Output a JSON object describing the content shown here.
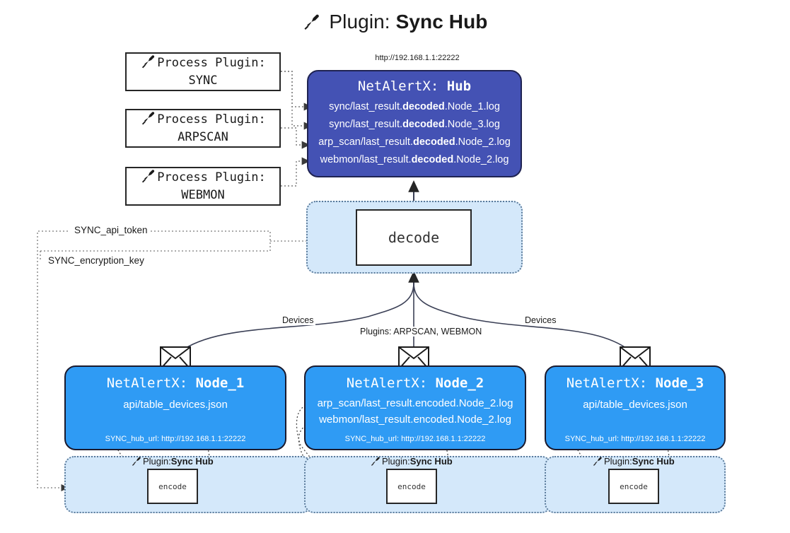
{
  "header": {
    "icon": "plug-icon",
    "prefix": "Plugin: ",
    "name": "Sync Hub"
  },
  "hub": {
    "url": "http://192.168.1.1:22222",
    "title_prefix": "NetAlertX: ",
    "title_name": "Hub",
    "lines": [
      {
        "pre": "sync/last_result.",
        "mid": "decoded",
        "post": ".Node_1.log"
      },
      {
        "pre": "sync/last_result.",
        "mid": "decoded",
        "post": ".Node_3.log"
      },
      {
        "pre": "arp_scan/last_result.",
        "mid": "decoded",
        "post": ".Node_2.log"
      },
      {
        "pre": "webmon/last_result.",
        "mid": "decoded",
        "post": ".Node_2.log"
      }
    ]
  },
  "process_plugins": [
    {
      "icon": "plug-icon",
      "line1": "Process Plugin:",
      "line2": "SYNC"
    },
    {
      "icon": "plug-icon",
      "line1": "Process Plugin:",
      "line2": "ARPSCAN"
    },
    {
      "icon": "plug-icon",
      "line1": "Process Plugin:",
      "line2": "WEBMON"
    }
  ],
  "decode": {
    "label": "decode"
  },
  "tokens": [
    {
      "label": "SYNC_api_token"
    },
    {
      "label": "SYNC_encryption_key"
    }
  ],
  "edge_labels": {
    "devices_left": "Devices",
    "devices_right": "Devices",
    "plugins_center": "Plugins: ARPSCAN, WEBMON"
  },
  "nodes": [
    {
      "title_prefix": "NetAlertX: ",
      "title_name": "Node_1",
      "lines": [
        "api/table_devices.json"
      ],
      "footer": "SYNC_hub_url: http://192.168.1.1:22222",
      "envelope": "envelope-icon"
    },
    {
      "title_prefix": "NetAlertX: ",
      "title_name": "Node_2",
      "lines": [
        "arp_scan/last_result.encoded.Node_2.log",
        "webmon/last_result.encoded.Node_2.log"
      ],
      "footer": "SYNC_hub_url: http://192.168.1.1:22222",
      "envelope": "envelope-icon"
    },
    {
      "title_prefix": "NetAlertX: ",
      "title_name": "Node_3",
      "lines": [
        "api/table_devices.json"
      ],
      "footer": "SYNC_hub_url: http://192.168.1.1:22222",
      "envelope": "envelope-icon"
    }
  ],
  "encoders": [
    {
      "tag_icon": "plug-icon",
      "tag_prefix": "Plugin: ",
      "tag_name": "Sync Hub",
      "label": "encode"
    },
    {
      "tag_icon": "plug-icon",
      "tag_prefix": "Plugin: ",
      "tag_name": "Sync Hub",
      "label": "encode"
    },
    {
      "tag_icon": "plug-icon",
      "tag_prefix": "Plugin: ",
      "tag_name": "Sync Hub",
      "label": "encode"
    }
  ],
  "colors": {
    "hub_fill": "#4452b4",
    "node_fill": "#2f9bf4",
    "container_fill": "#d4e8fa",
    "stroke": "#262626",
    "dotted": "#5a7a9a"
  }
}
